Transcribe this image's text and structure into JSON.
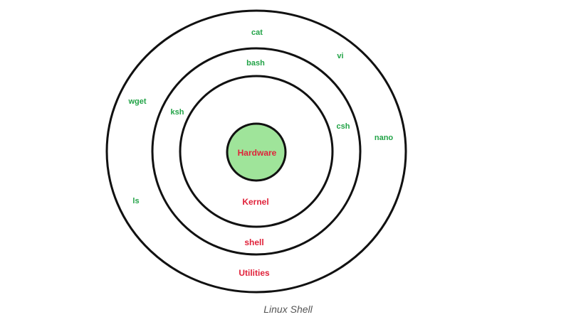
{
  "diagram": {
    "layers": {
      "core": "Hardware",
      "kernel": "Kernel",
      "shell": "shell",
      "utilities": "Utilities"
    },
    "shell_programs": [
      "bash",
      "ksh",
      "csh"
    ],
    "utility_programs": [
      "cat",
      "vi",
      "wget",
      "nano",
      "ls"
    ],
    "caption": "Linux Shell"
  },
  "colors": {
    "core_fill": "#9fe49a",
    "ring_stroke": "#111111",
    "green_text": "#22a347",
    "red_text": "#e0223a",
    "caption_text": "#555555"
  }
}
